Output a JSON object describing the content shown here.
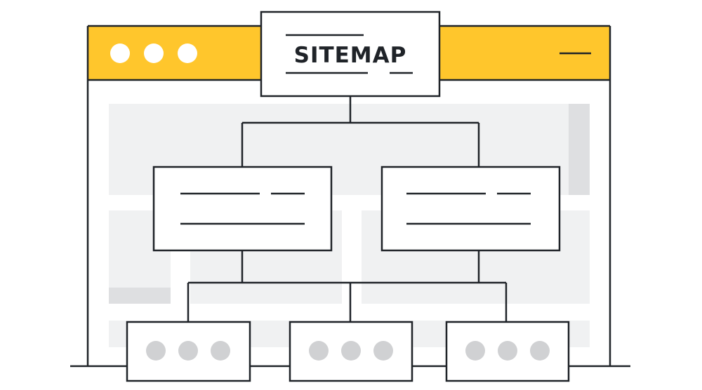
{
  "diagram": {
    "title": "SITEMAP",
    "colors": {
      "titlebar": "#FFC62C",
      "ink": "#1F2328",
      "placeholder_block": "#F0F1F2",
      "placeholder_block_dark": "#DEDFE1",
      "dot_white": "#FFFFFF",
      "dot_gray": "#D0D1D3",
      "background": "#FFFFFF"
    },
    "icons": [
      "window-control-dot",
      "hamburger-menu-line",
      "placeholder-dot"
    ],
    "nodes": [
      {
        "id": "root",
        "level": 0,
        "label": "SITEMAP",
        "content": "title"
      },
      {
        "id": "section-left",
        "level": 1,
        "parent": "root",
        "content": "text-lines"
      },
      {
        "id": "section-right",
        "level": 1,
        "parent": "root",
        "content": "text-lines"
      },
      {
        "id": "page-1",
        "level": 2,
        "parent": "section-left",
        "content": "three-dots"
      },
      {
        "id": "page-2",
        "level": 2,
        "parent": "section-left",
        "content": "three-dots"
      },
      {
        "id": "page-3",
        "level": 2,
        "parent": "section-right",
        "content": "three-dots"
      }
    ]
  }
}
